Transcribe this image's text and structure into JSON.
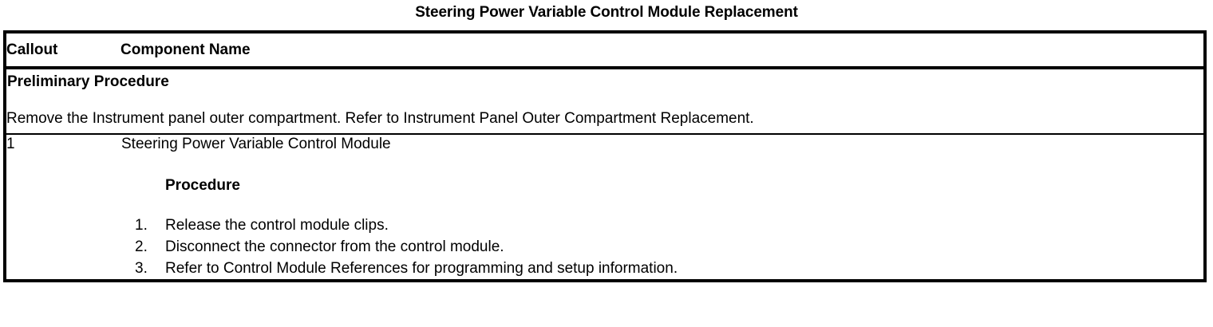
{
  "document": {
    "title": "Steering Power Variable Control Module Replacement"
  },
  "table": {
    "headers": {
      "callout": "Callout",
      "component_name": "Component Name"
    },
    "preliminary": {
      "heading": "Preliminary Procedure",
      "text": "Remove the Instrument panel outer compartment. Refer to Instrument Panel Outer Compartment Replacement."
    },
    "rows": [
      {
        "callout": "1",
        "component_name": "Steering Power Variable Control Module",
        "procedure_heading": "Procedure",
        "steps": [
          {
            "num": "1.",
            "text": "Release the control module clips."
          },
          {
            "num": "2.",
            "text": "Disconnect the connector from the control module."
          },
          {
            "num": "3.",
            "text": "Refer to Control Module References for programming and setup information."
          }
        ]
      }
    ]
  },
  "colors": {
    "text": "#000000",
    "background": "#ffffff",
    "border": "#000000"
  }
}
